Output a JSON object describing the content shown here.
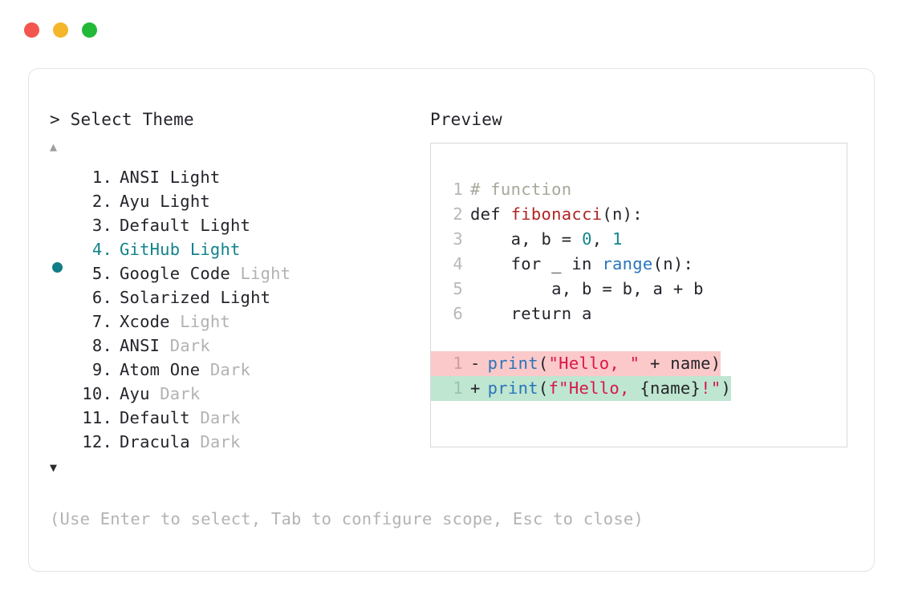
{
  "window": {
    "traffic_lights": [
      {
        "name": "close",
        "color": "#f2564e"
      },
      {
        "name": "minimize",
        "color": "#f4b72b"
      },
      {
        "name": "maximize",
        "color": "#22b938"
      }
    ]
  },
  "left_panel": {
    "title": "> Select Theme",
    "scroll_up_glyph": "▲",
    "scroll_down_glyph": "▼",
    "selected_index": 4,
    "accent_color": "#12838b",
    "items": [
      {
        "num": "1.",
        "name": "ANSI",
        "suffix": "Light",
        "suffix_muted": false,
        "selected": false
      },
      {
        "num": "2.",
        "name": "Ayu",
        "suffix": "Light",
        "suffix_muted": false,
        "selected": false
      },
      {
        "num": "3.",
        "name": "Default",
        "suffix": "Light",
        "suffix_muted": false,
        "selected": false
      },
      {
        "num": "4.",
        "name": "GitHub",
        "suffix": "Light",
        "suffix_muted": false,
        "selected": true
      },
      {
        "num": "5.",
        "name": "Google Code",
        "suffix": "Light",
        "suffix_muted": true,
        "selected": false
      },
      {
        "num": "6.",
        "name": "Solarized",
        "suffix": "Light",
        "suffix_muted": false,
        "selected": false
      },
      {
        "num": "7.",
        "name": "Xcode",
        "suffix": "Light",
        "suffix_muted": true,
        "selected": false
      },
      {
        "num": "8.",
        "name": "ANSI",
        "suffix": "Dark",
        "suffix_muted": true,
        "selected": false
      },
      {
        "num": "9.",
        "name": "Atom One",
        "suffix": "Dark",
        "suffix_muted": true,
        "selected": false
      },
      {
        "num": "10.",
        "name": "Ayu",
        "suffix": "Dark",
        "suffix_muted": true,
        "selected": false
      },
      {
        "num": "11.",
        "name": "Default",
        "suffix": "Dark",
        "suffix_muted": true,
        "selected": false
      },
      {
        "num": "12.",
        "name": "Dracula",
        "suffix": "Dark",
        "suffix_muted": true,
        "selected": false
      }
    ]
  },
  "right_panel": {
    "title": "Preview",
    "code_lines": [
      {
        "gutter": "1",
        "tokens": [
          {
            "t": "# function",
            "c": "tok-comment"
          }
        ]
      },
      {
        "gutter": "2",
        "tokens": [
          {
            "t": "def ",
            "c": "tok-plain"
          },
          {
            "t": "fibonacci",
            "c": "tok-fn"
          },
          {
            "t": "(n):",
            "c": "tok-plain"
          }
        ]
      },
      {
        "gutter": "3",
        "tokens": [
          {
            "t": "    a, b = ",
            "c": "tok-plain"
          },
          {
            "t": "0",
            "c": "tok-num"
          },
          {
            "t": ", ",
            "c": "tok-plain"
          },
          {
            "t": "1",
            "c": "tok-num"
          }
        ]
      },
      {
        "gutter": "4",
        "tokens": [
          {
            "t": "    for _ in ",
            "c": "tok-plain"
          },
          {
            "t": "range",
            "c": "tok-builtin"
          },
          {
            "t": "(n):",
            "c": "tok-plain"
          }
        ]
      },
      {
        "gutter": "5",
        "tokens": [
          {
            "t": "        a, b = b, a + b",
            "c": "tok-plain"
          }
        ]
      },
      {
        "gutter": "6",
        "tokens": [
          {
            "t": "    return a",
            "c": "tok-plain"
          }
        ]
      }
    ],
    "diff_lines": [
      {
        "gutter": "1",
        "marker": "-",
        "kind": "del",
        "bg": "#fbc9c9",
        "tokens": [
          {
            "t": "print",
            "c": "tok-builtin"
          },
          {
            "t": "(",
            "c": "tok-plain"
          },
          {
            "t": "\"Hello, \"",
            "c": "tok-str"
          },
          {
            "t": " + name)",
            "c": "tok-plain"
          }
        ]
      },
      {
        "gutter": "1",
        "marker": "+",
        "kind": "add",
        "bg": "#bfe6d0",
        "tokens": [
          {
            "t": "print",
            "c": "tok-builtin"
          },
          {
            "t": "(",
            "c": "tok-plain"
          },
          {
            "t": "f\"Hello, ",
            "c": "tok-str"
          },
          {
            "t": "{name}",
            "c": "tok-plain"
          },
          {
            "t": "!\"",
            "c": "tok-str"
          },
          {
            "t": ")",
            "c": "tok-plain"
          }
        ]
      }
    ]
  },
  "footer": {
    "hint": "(Use Enter to select, Tab to configure scope, Esc to close)"
  }
}
